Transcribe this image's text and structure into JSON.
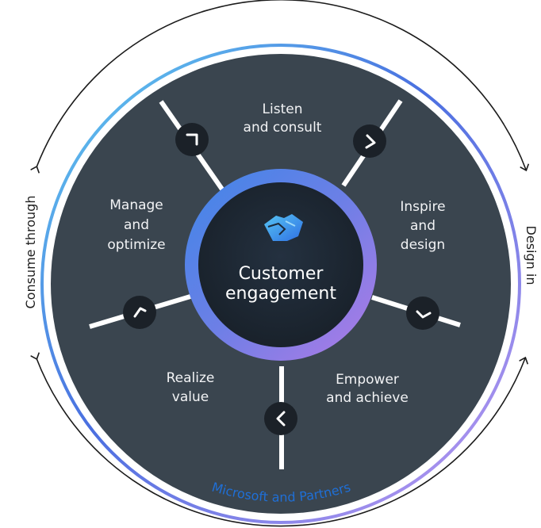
{
  "center": {
    "line1": "Customer",
    "line2": "engagement",
    "icon": "handshake-icon"
  },
  "segments": [
    {
      "id": "listen-consult",
      "line1": "Listen",
      "line2": "and consult"
    },
    {
      "id": "inspire-design",
      "line1": "Inspire",
      "line2": "and",
      "line3": "design"
    },
    {
      "id": "empower-achieve",
      "line1": "Empower",
      "line2": "and achieve"
    },
    {
      "id": "realize-value",
      "line1": "Realize",
      "line2": "value"
    },
    {
      "id": "manage-optimize",
      "line1": "Manage",
      "line2": "and",
      "line3": "optimize"
    }
  ],
  "outer_labels": {
    "left": "Consume through",
    "right": "Design in",
    "bottom": "Microsoft and Partners"
  },
  "colors": {
    "segment_fill": "#3a454f",
    "divider": "#ffffff",
    "arrow_button": "#1b2128",
    "center_fill": "#1f2a35",
    "ring_blue": "#5aa0ec",
    "ring_purple": "#9d5fd8",
    "outer_cyan": "#62d3f0",
    "outer_blue": "#4a6fe0",
    "outer_purple": "#b58cef",
    "bottom_text": "#1f6fd6"
  }
}
